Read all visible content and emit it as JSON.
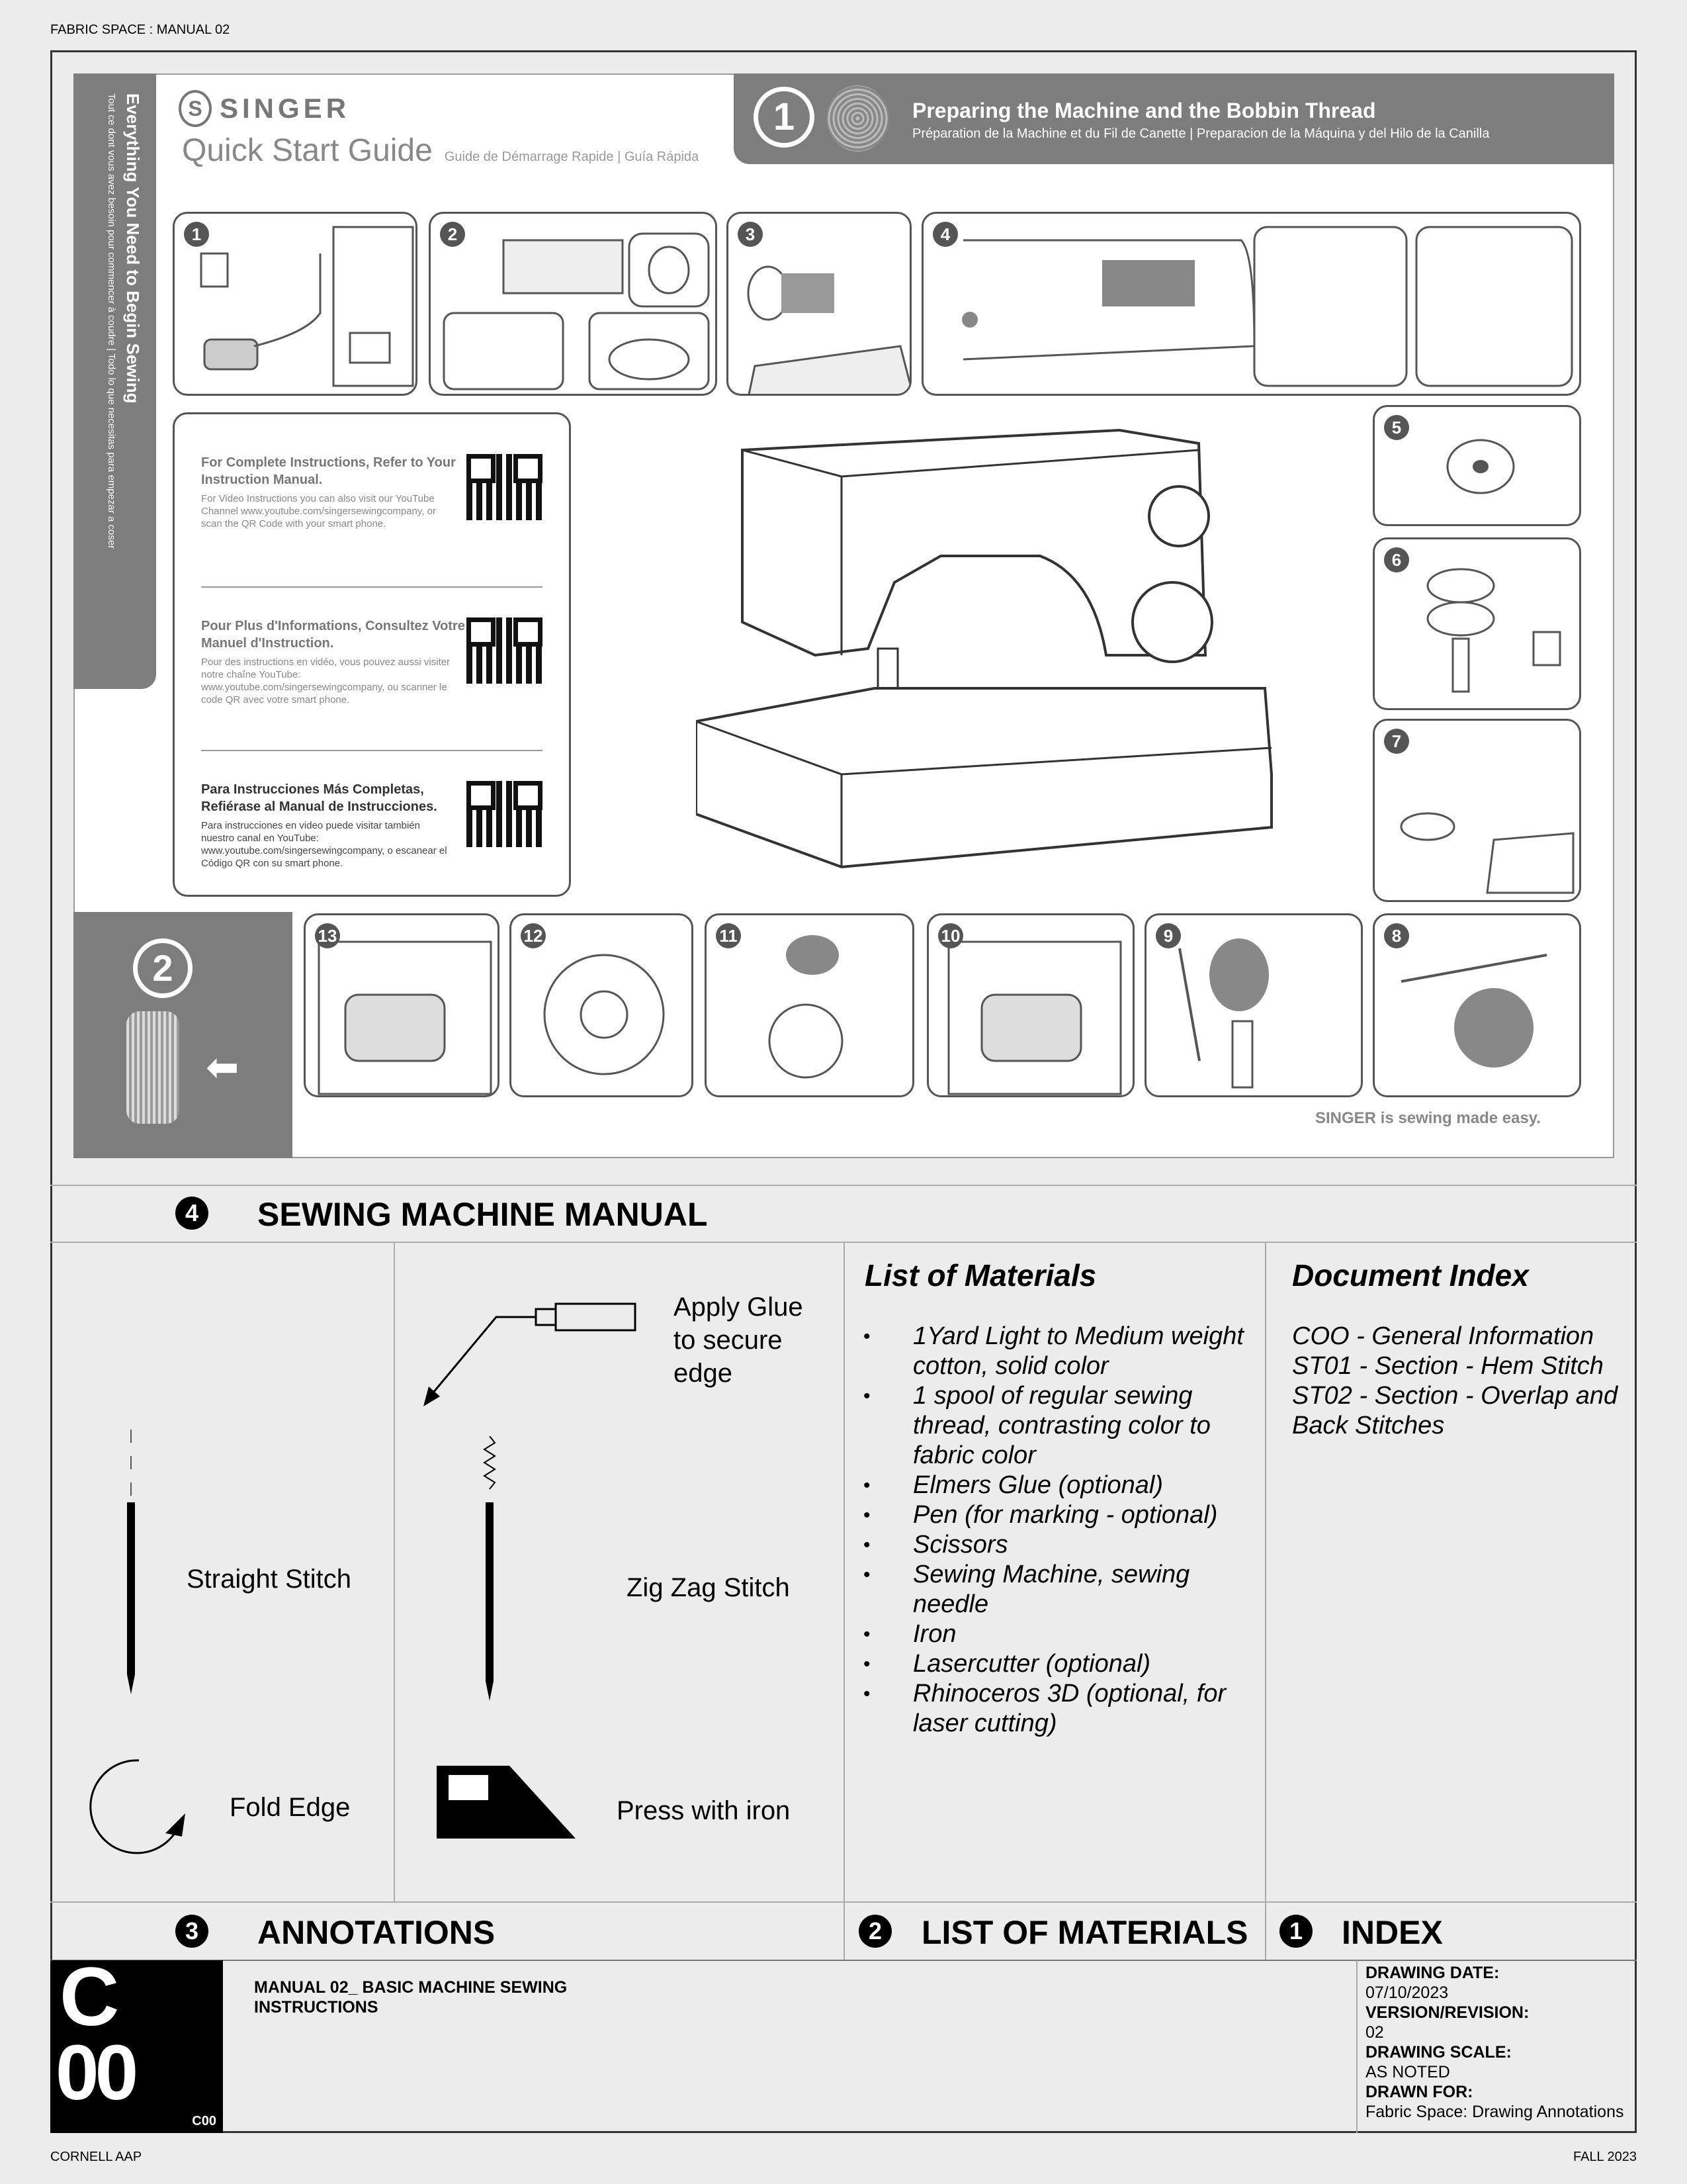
{
  "header": {
    "top_label": "FABRIC SPACE : MANUAL 02"
  },
  "singer": {
    "brand": "SINGER",
    "guide_title": "Quick Start Guide",
    "guide_subtitle": "Guide de Démarrage Rapide | Guía Rápida",
    "sidebar_title": "Everything You Need to Begin Sewing",
    "sidebar_subtitle": "Tout ce dont vous avez besoin pour commencer à coudre | Todo lo que necesitas para empezar a coser",
    "section_number": "1",
    "section_title": "Preparing the Machine and the Bobbin Thread",
    "section_subtitle": "Préparation de la Machine et du Fil de Canette | Preparacion de la Máquina y del Hilo de la Canilla",
    "section2_number": "2",
    "steps": [
      "1",
      "2",
      "3",
      "4",
      "5",
      "6",
      "7",
      "8",
      "9",
      "10",
      "11",
      "12",
      "13"
    ],
    "info": [
      {
        "title": "For Complete Instructions, Refer to Your Instruction Manual.",
        "body": "For Video Instructions you can also visit our YouTube Channel www.youtube.com/singersewingcompany, or scan the QR Code with your smart phone."
      },
      {
        "title": "Pour Plus d'Informations, Consultez Votre Manuel d'Instruction.",
        "body": "Pour des instructions en vidéo, vous pouvez aussi visiter notre chaîne YouTube: www.youtube.com/singersewingcompany, ou scanner le code QR avec votre smart phone."
      },
      {
        "title": "Para Instrucciones Más Completas, Refiérase al Manual de Instrucciones.",
        "body": "Para instrucciones en video puede visitar también nuestro canal en YouTube: www.youtube.com/singersewingcompany, o escanear el Código QR con su smart phone."
      }
    ],
    "tagline": "SINGER is sewing made easy."
  },
  "sections": {
    "manual": {
      "number": "4",
      "title": "SEWING MACHINE MANUAL"
    },
    "annotations": {
      "number": "3",
      "title": "ANNOTATIONS"
    },
    "materials": {
      "number": "2",
      "title": "LIST OF MATERIALS"
    },
    "index": {
      "number": "1",
      "title": "INDEX"
    }
  },
  "annotations": {
    "glue": "Apply Glue to secure edge",
    "zigzag": "Zig Zag Stitch",
    "straight": "Straight Stitch",
    "fold": "Fold Edge",
    "press": "Press with iron"
  },
  "materials": {
    "heading": "List of Materials",
    "items": [
      "1Yard Light to Medium weight cotton, solid color",
      "1 spool of regular sewing thread, contrasting color to fabric color",
      "Elmers Glue (optional)",
      "Pen (for marking - optional)",
      "Scissors",
      "Sewing Machine, sewing needle",
      "Iron",
      "Lasercutter (optional)",
      "Rhinoceros 3D (optional, for laser cutting)"
    ]
  },
  "index": {
    "heading": "Document Index",
    "items": [
      "COO - General Information",
      "ST01 - Section - Hem Stitch",
      "ST02 - Section - Overlap and Back Stitches"
    ]
  },
  "title_block": {
    "sheet_code": "C00",
    "sheet_letter": "C",
    "sheet_digits": "00",
    "title": "MANUAL 02_ BASIC MACHINE SEWING INSTRUCTIONS",
    "date_label": "DRAWING DATE:",
    "date": "07/10/2023",
    "version_label": "VERSION/REVISION:",
    "version": "02",
    "scale_label": "DRAWING SCALE:",
    "scale": "AS NOTED",
    "for_label": "DRAWN FOR:",
    "for": "Fabric Space: Drawing Annotations"
  },
  "footer": {
    "left": "CORNELL AAP",
    "right": "FALL 2023"
  }
}
